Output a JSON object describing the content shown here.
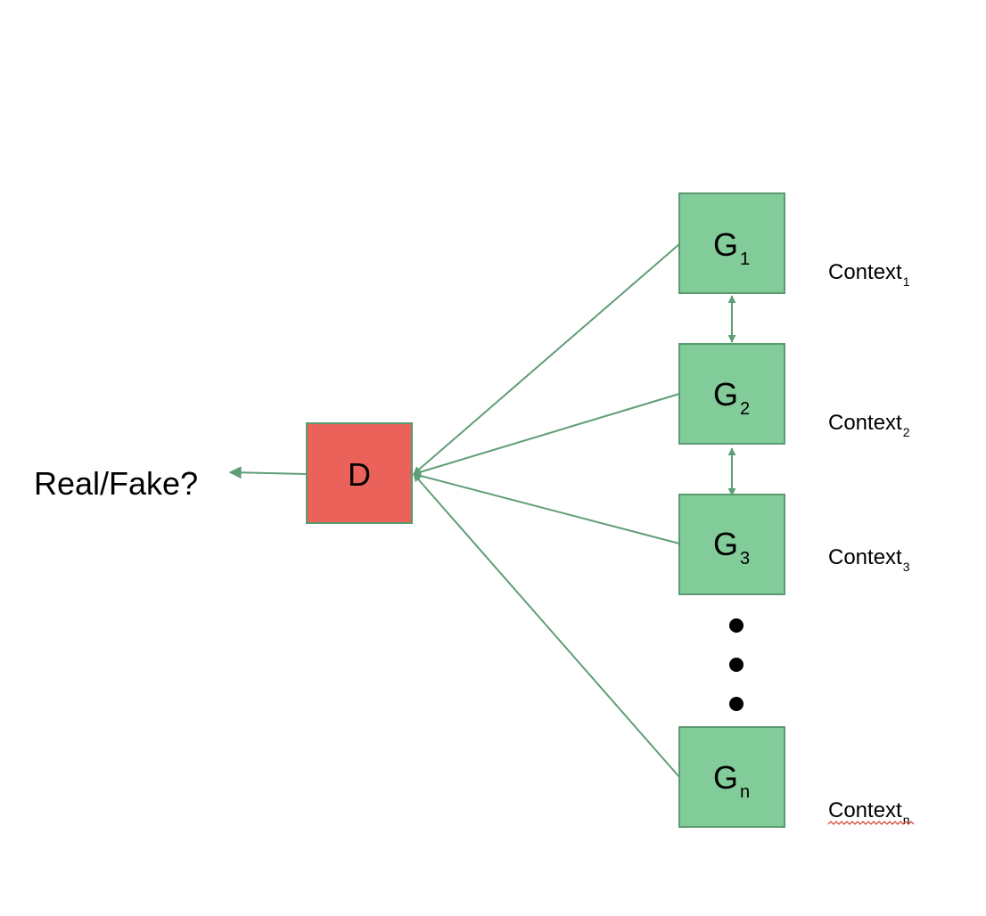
{
  "colors": {
    "generator_fill": "#82cc9a",
    "generator_stroke": "#5a9a70",
    "discriminator_fill": "#ea625a",
    "discriminator_stroke": "#5a9a70",
    "edge": "#5f9e76",
    "dots": "#000000",
    "spellcheck_underline": "#d83b2c"
  },
  "discriminator": {
    "label": "D"
  },
  "output": {
    "label": "Real/Fake?"
  },
  "generators": [
    {
      "letter": "G",
      "sub": "1",
      "context": "Context",
      "context_sub": "1"
    },
    {
      "letter": "G",
      "sub": "2",
      "context": "Context",
      "context_sub": "2"
    },
    {
      "letter": "G",
      "sub": "3",
      "context": "Context",
      "context_sub": "3"
    },
    {
      "letter": "G",
      "sub": "n",
      "context": "Context",
      "context_sub": "n"
    }
  ],
  "ellipsis_icon": "vertical-ellipsis-icon"
}
